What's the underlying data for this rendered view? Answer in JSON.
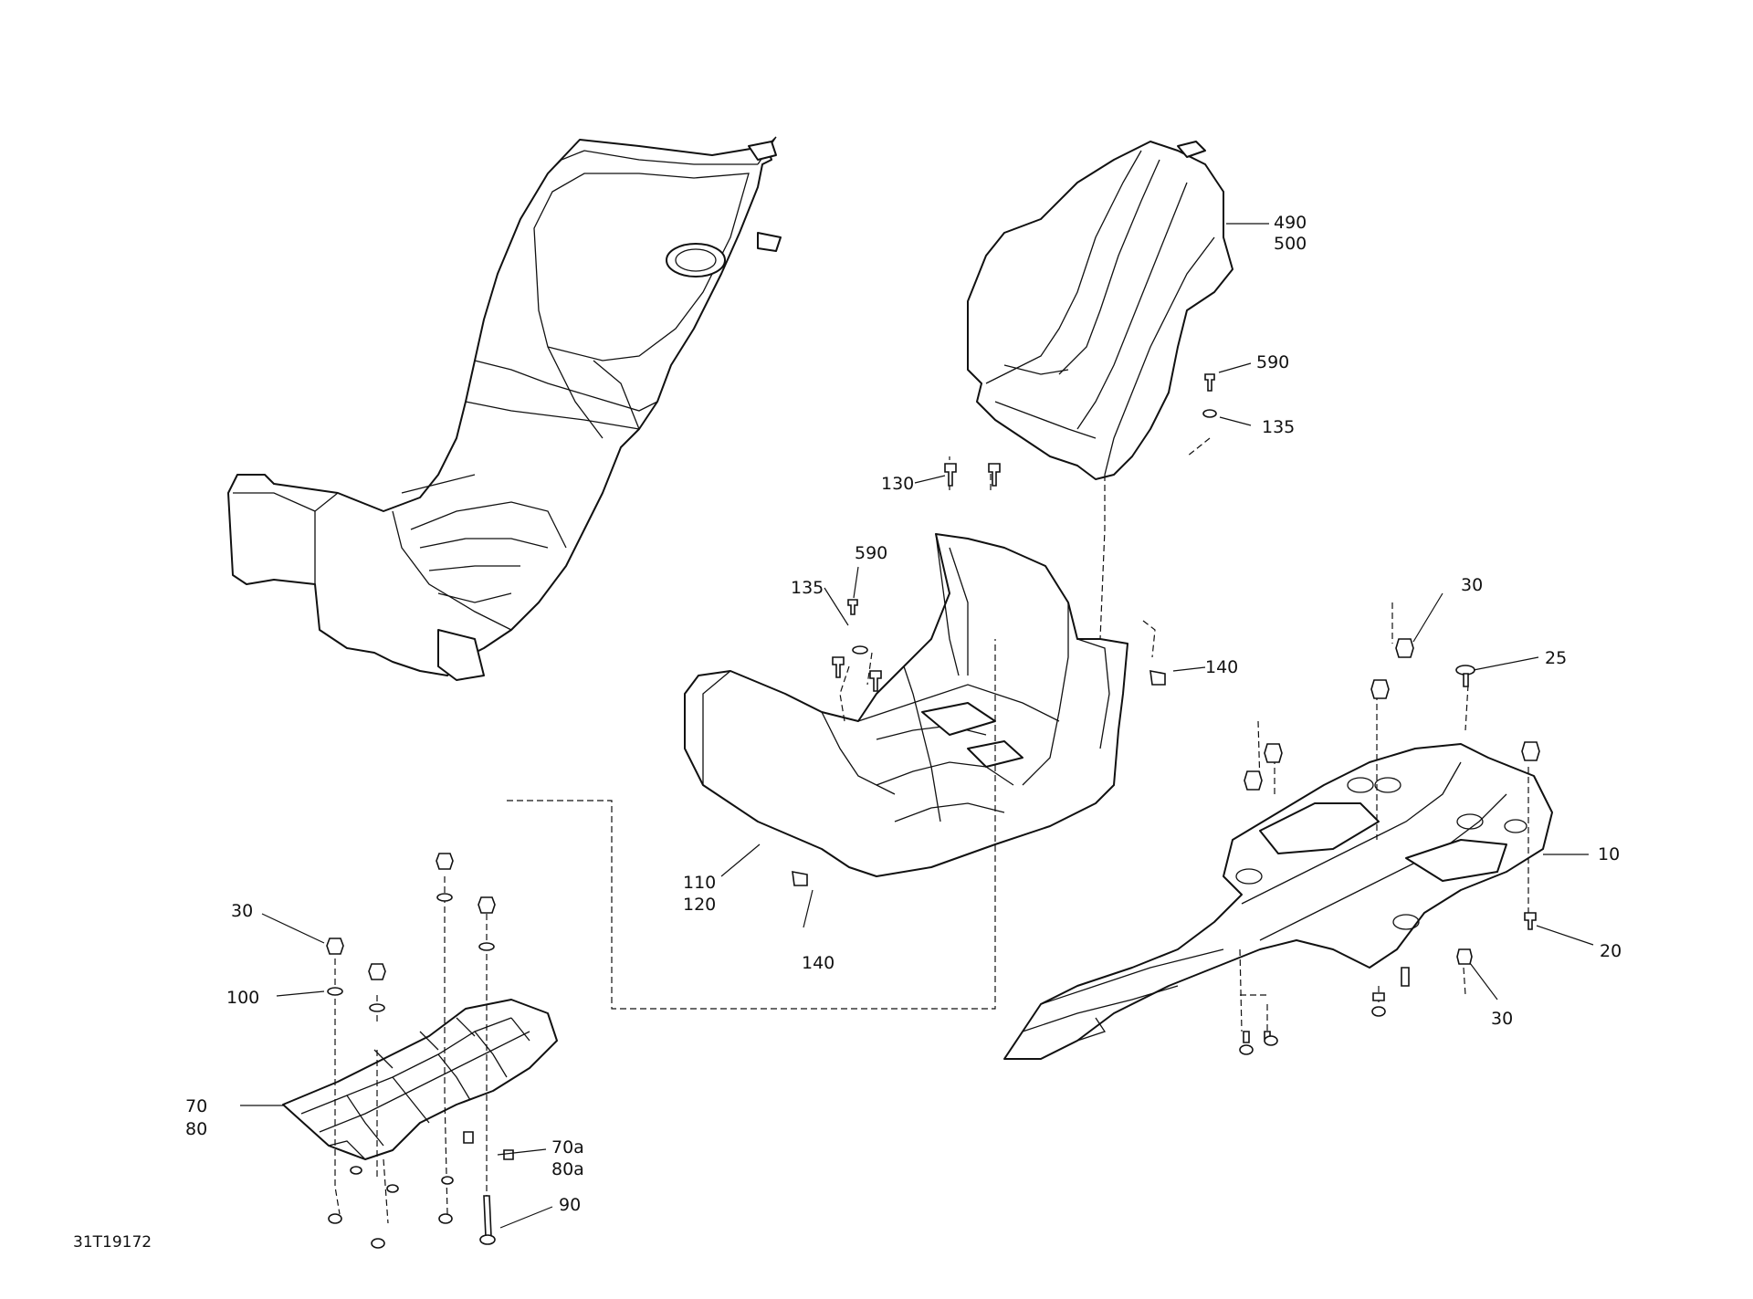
{
  "diagram_id": "31T19172",
  "callouts": {
    "c490": "490",
    "c500": "500",
    "c590a": "590",
    "c135a": "135",
    "c130": "130",
    "c590b": "590",
    "c135b": "135",
    "c140a": "140",
    "c30a": "30",
    "c25": "25",
    "c10": "10",
    "c20": "20",
    "c30b": "30",
    "c110": "110",
    "c120": "120",
    "c140b": "140",
    "c30c": "30",
    "c100": "100",
    "c70": "70",
    "c80": "80",
    "c70a": "70a",
    "c80a": "80a",
    "c90": "90"
  }
}
